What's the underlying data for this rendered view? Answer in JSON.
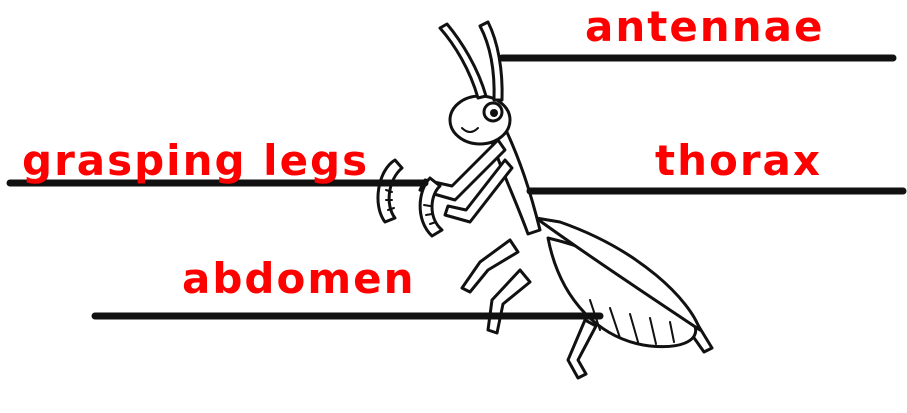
{
  "labels": {
    "antennae": "antennae",
    "thorax": "thorax",
    "grasping_legs": "grasping legs",
    "abdomen": "abdomen"
  },
  "colors": {
    "label_text": "#ff0000",
    "lines": "#111111",
    "background": "#ffffff"
  },
  "subject": "praying-mantis-icon"
}
